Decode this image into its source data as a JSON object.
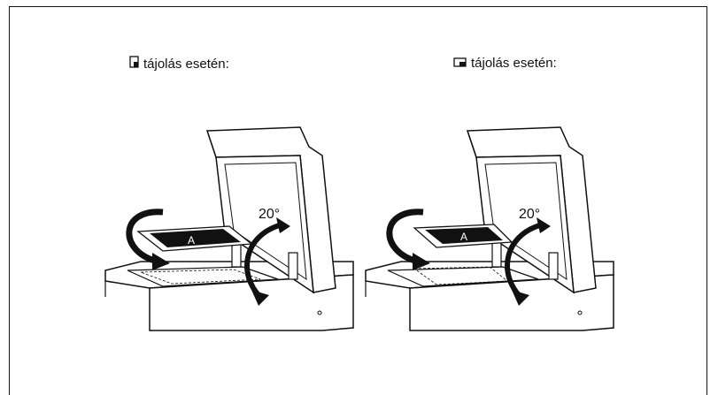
{
  "captions": {
    "left": "tájolás esetén:",
    "right": "tájolás esetén:"
  },
  "icons": {
    "left": "portrait-orientation-icon",
    "right": "landscape-orientation-icon"
  },
  "illustrations": {
    "left": {
      "angle_label": "20°",
      "document_orientation": "portrait"
    },
    "right": {
      "angle_label": "20°",
      "document_orientation": "landscape"
    }
  }
}
